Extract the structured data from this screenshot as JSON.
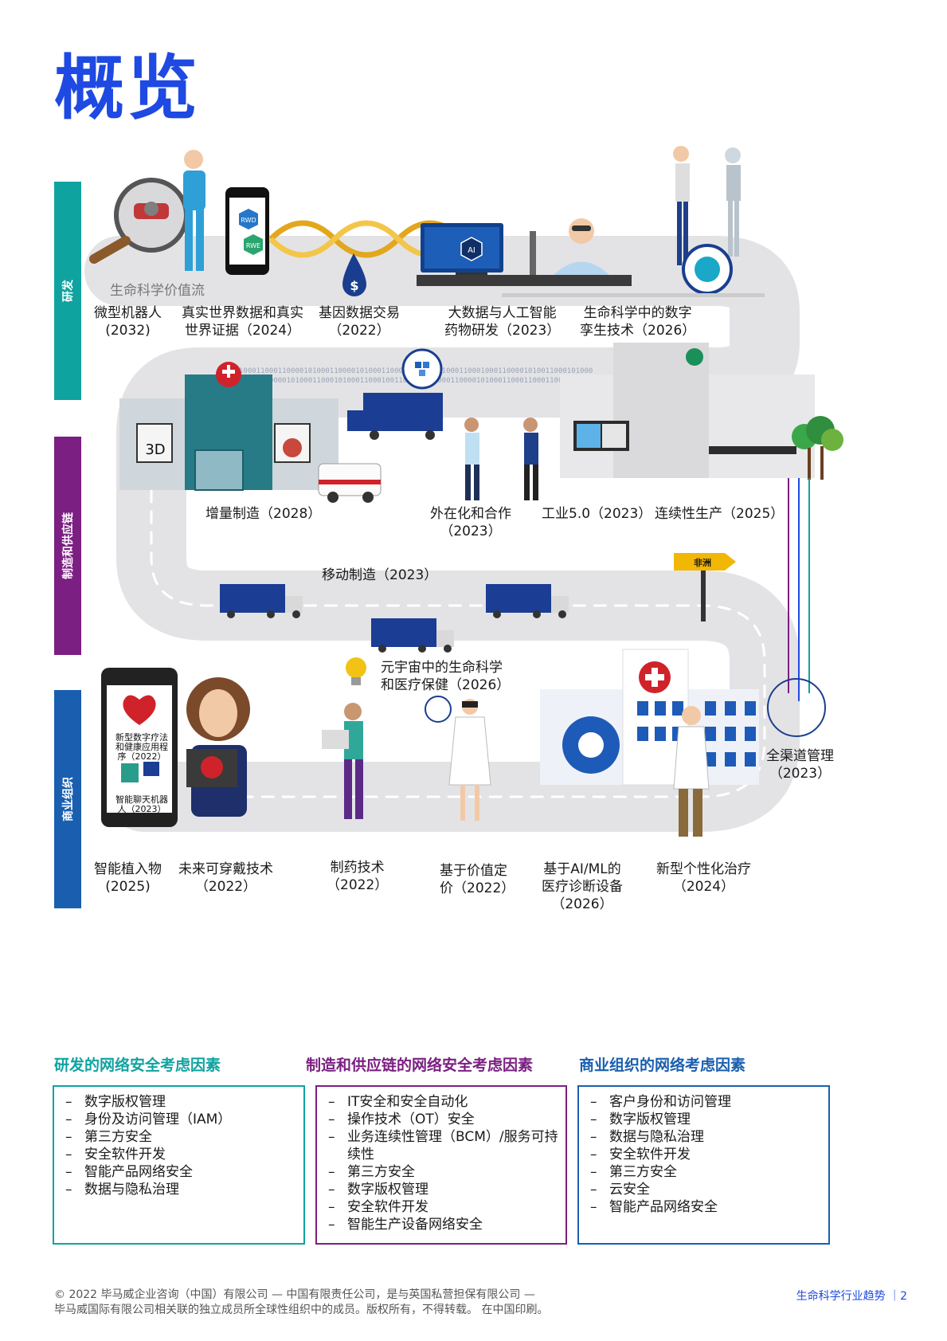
{
  "title": "概览",
  "tabs": {
    "rd": "研发",
    "mfg": "制造和供应链",
    "com": "商业组织"
  },
  "value_chain_label": "生命科学价值流",
  "rd_items": [
    {
      "l1": "微型机器人",
      "l2": "(2032)"
    },
    {
      "l1": "真实世界数据和真实",
      "l2": "世界证据（2024）"
    },
    {
      "l1": "基因数据交易",
      "l2": "（2022）"
    },
    {
      "l1": "大数据与人工智能",
      "l2": "药物研发（2023）"
    },
    {
      "l1": "生命科学中的数字",
      "l2": "孪生技术（2026）"
    }
  ],
  "phone_labels": {
    "rwd": "RWD",
    "rwe": "RWE"
  },
  "ai_label": "AI",
  "three_d": "3D",
  "africa_sign": "非洲",
  "mfg_items": [
    {
      "l1": "增量制造（2028）"
    },
    {
      "l1": "外在化和合作",
      "l2": "（2023）"
    },
    {
      "l1": "工业5.0（2023）"
    },
    {
      "l1": "连续性生产（2025）"
    },
    {
      "l1": "移动制造（2023）"
    }
  ],
  "com_items": [
    {
      "l1": "元宇宙中的生命科学",
      "l2": "和医疗保健（2026）"
    },
    {
      "l1": "全渠道管理",
      "l2": "（2023）"
    },
    {
      "l1": "智能植入物",
      "l2": "(2025)"
    },
    {
      "l1": "未来可穿戴技术",
      "l2": "（2022）"
    },
    {
      "l1": "制药技术",
      "l2": "（2022）"
    },
    {
      "l1": "基于价值定",
      "l2": "价（2022）"
    },
    {
      "l1": "基于AI/ML的",
      "l2": "医疗诊断设备",
      "l3": "（2026）"
    },
    {
      "l1": "新型个性化治疗",
      "l2": "（2024）"
    }
  ],
  "phone_app": {
    "a1": "新型数字疗法",
    "a2": "和健康应用程",
    "a3": "序（2022）",
    "b1": "智能聊天机器",
    "b2": "人（2023）"
  },
  "sections": [
    {
      "title": "研发的网络安全考虑因素",
      "items": [
        "数字版权管理",
        "身份及访问管理（IAM）",
        "第三方安全",
        "安全软件开发",
        "智能产品网络安全",
        "数据与隐私治理"
      ]
    },
    {
      "title": "制造和供应链的网络安全考虑因素",
      "items": [
        "IT安全和安全自动化",
        "操作技术（OT）安全",
        "业务连续性管理（BCM）/服务可持续性",
        "第三方安全",
        "数字版权管理",
        "安全软件开发",
        "智能生产设备网络安全"
      ]
    },
    {
      "title": "商业组织的网络考虑因素",
      "items": [
        "客户身份和访问管理",
        "数字版权管理",
        "数据与隐私治理",
        "安全软件开发",
        "第三方安全",
        "云安全",
        "智能产品网络安全"
      ]
    }
  ],
  "footer": {
    "line1": "© 2022 毕马威企业咨询（中国）有限公司 — 中国有限责任公司，是与英国私营担保有限公司 —",
    "line2": "毕马威国际有限公司相关联的独立成员所全球性组织中的成员。版权所有，不得转载。 在中国印刷。",
    "page": "生命科学行业趋势 ｜2"
  },
  "colors": {
    "blue": "#1e49e2",
    "teal": "#00a3a1",
    "purple": "#7213ea",
    "navy": "#0c233c"
  }
}
